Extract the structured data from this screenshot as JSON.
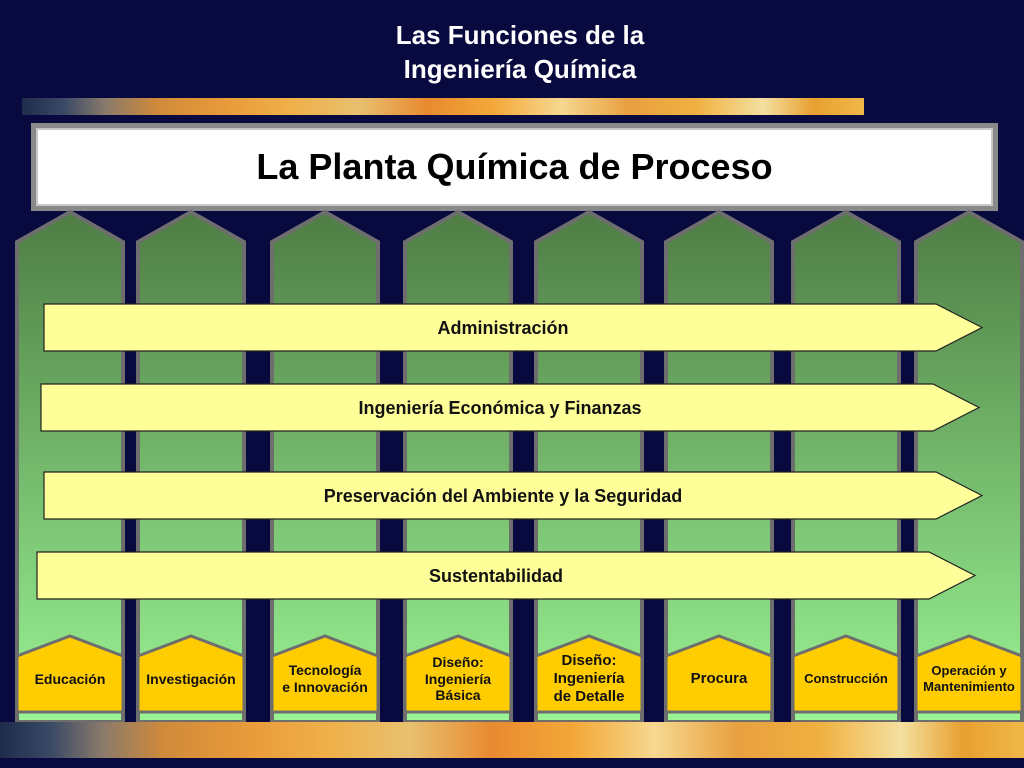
{
  "header": {
    "title_line1": "Las Funciones de la",
    "title_line2": "Ingeniería Química"
  },
  "banner": {
    "title": "La Planta Química de Proceso"
  },
  "arrows": [
    {
      "label": "Administración"
    },
    {
      "label": "Ingeniería Económica y Finanzas"
    },
    {
      "label": "Preservación del Ambiente y la Seguridad"
    },
    {
      "label": "Sustentabilidad"
    }
  ],
  "columns": [
    {
      "lines": [
        "Educación"
      ]
    },
    {
      "lines": [
        "Investigación"
      ]
    },
    {
      "lines": [
        "Tecnología",
        "e Innovación"
      ]
    },
    {
      "lines": [
        "Diseño:",
        "Ingeniería",
        "Básica"
      ]
    },
    {
      "lines": [
        "Diseño:",
        "Ingeniería",
        "de Detalle"
      ]
    },
    {
      "lines": [
        "Procura"
      ]
    },
    {
      "lines": [
        "Construcción"
      ]
    },
    {
      "lines": [
        "Operación y",
        "Mantenimiento"
      ]
    }
  ],
  "colors": {
    "background": "#07093f",
    "column_green_top": "#4e7d44",
    "column_green_bottom": "#9af494",
    "arrow_fill": "#ffff99",
    "label_box_fill": "#ffcc00",
    "column_border": "#6e6e6e"
  }
}
